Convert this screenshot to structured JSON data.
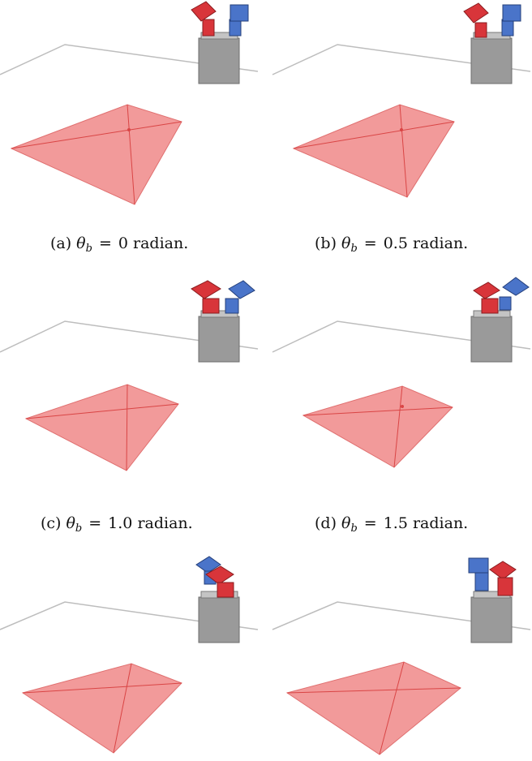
{
  "figure": {
    "panels": [
      {
        "label": "(a)",
        "theta_symbol": "θ",
        "theta_sub": "b",
        "equals": "=",
        "value": "0",
        "unit": "radian."
      },
      {
        "label": "(b)",
        "theta_symbol": "θ",
        "theta_sub": "b",
        "equals": "=",
        "value": "0.5",
        "unit": "radian."
      },
      {
        "label": "(c)",
        "theta_symbol": "θ",
        "theta_sub": "b",
        "equals": "=",
        "value": "1.0",
        "unit": "radian."
      },
      {
        "label": "(d)",
        "theta_symbol": "θ",
        "theta_sub": "b",
        "equals": "=",
        "value": "1.5",
        "unit": "radian."
      },
      {
        "label": "",
        "theta_symbol": "",
        "theta_sub": "",
        "equals": "",
        "value": "",
        "unit": ""
      },
      {
        "label": "",
        "theta_symbol": "",
        "theta_sub": "",
        "equals": "",
        "value": "",
        "unit": ""
      }
    ],
    "colors": {
      "polygon_fill": "#f29a9a",
      "polygon_edge": "#d94545",
      "robot_red": "#d8353a",
      "robot_blue": "#4a74c9",
      "body_gray": "#9a9a9a",
      "floor_line": "#bdbdbd"
    }
  }
}
